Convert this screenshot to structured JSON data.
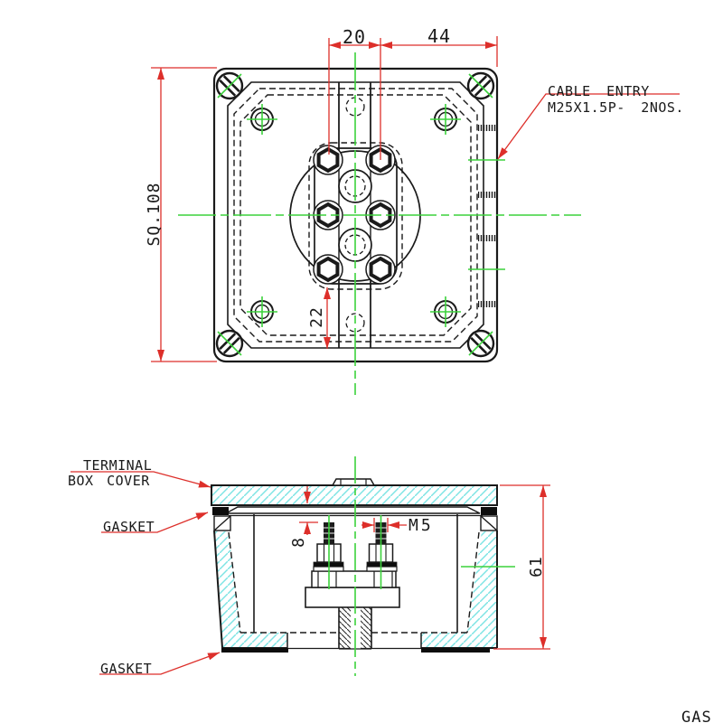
{
  "drawing_type": "terminal-box-engineering-drawing",
  "colors": {
    "line": "#1a1a1a",
    "dimension": "#dd2f2a",
    "centerline": "#3cd23c",
    "hatch": "#7ee4e4",
    "gasket": "#0d0d0d",
    "background": "#ffffff"
  },
  "top_view": {
    "dim_stud_spacing": "20",
    "dim_stud_to_edge": "44",
    "dim_plate_size": "SQ.108",
    "dim_stud_to_bottom": "22",
    "cable_entry_label_1": "CABLE ENTRY",
    "cable_entry_label_2": "M25X1.5P- 2NOS."
  },
  "section_view": {
    "cover_label_1": "TERMINAL",
    "cover_label_2": "BOX COVER",
    "gasket_label_top": "GASKET",
    "gasket_label_bottom": "GASKET",
    "dim_stud_thread": "M5",
    "dim_stud_projection": "8",
    "dim_box_height": "61"
  },
  "partial_text_bottom_right": "GAS"
}
